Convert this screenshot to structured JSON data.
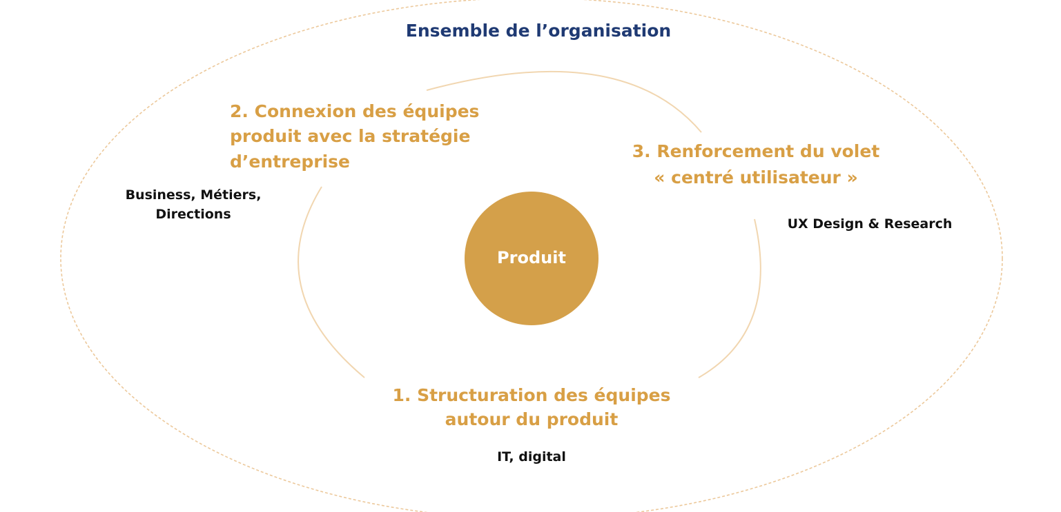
{
  "diagram": {
    "organization_label": "Ensemble de l’organisation",
    "core_label": "Produit",
    "pillars": [
      {
        "lines": [
          "1. Structuration des équipes",
          "autour du produit"
        ]
      },
      {
        "lines": [
          "2. Connexion des équipes",
          "produit avec la stratégie",
          "d’entreprise"
        ]
      },
      {
        "lines": [
          "3. Renforcement du volet",
          "« centré utilisateur »"
        ]
      }
    ],
    "domains": {
      "business": [
        "Business, Métiers,",
        "Directions"
      ],
      "ux": "UX Design & Research",
      "it": "IT, digital"
    }
  },
  "colors": {
    "accent": "#d89f45",
    "core_fill": "#d4a04a",
    "title": "#1f3a73",
    "text": "#111111",
    "outer_outline": "#ecc89a",
    "inner_arcs": "#f1d6b0"
  }
}
